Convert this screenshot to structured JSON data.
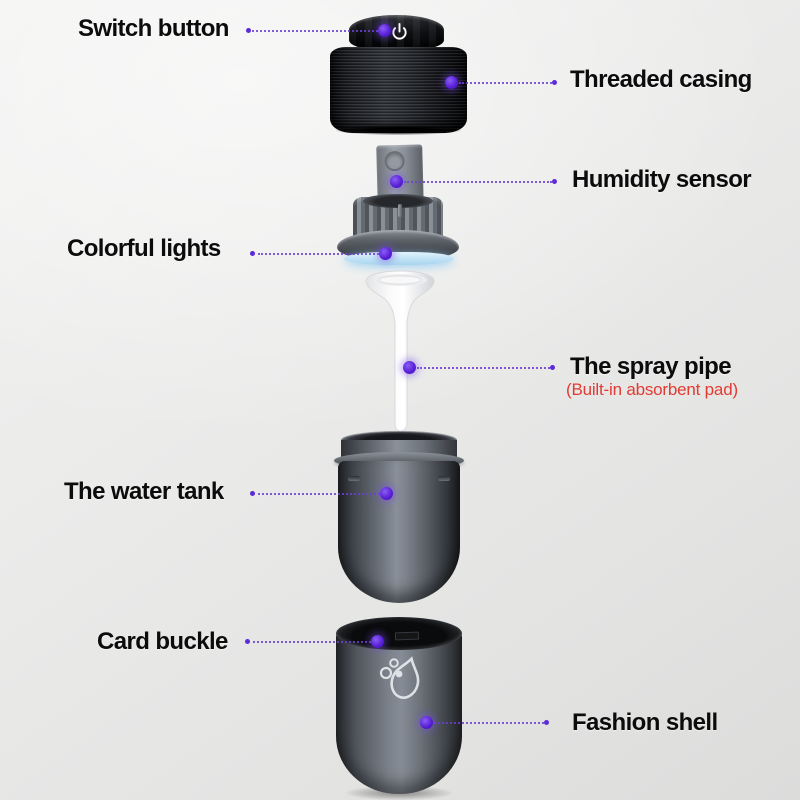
{
  "annotations": [
    {
      "id": "switch-button",
      "text": "Switch button",
      "side": "left"
    },
    {
      "id": "threaded-casing",
      "text": "Threaded casing",
      "side": "right"
    },
    {
      "id": "humidity-sensor",
      "text": "Humidity sensor",
      "side": "right"
    },
    {
      "id": "colorful-lights",
      "text": "Colorful lights",
      "side": "left"
    },
    {
      "id": "spray-pipe",
      "text": "The spray pipe",
      "subtext": "(Built-in absorbent pad)",
      "side": "right"
    },
    {
      "id": "water-tank",
      "text": "The water tank",
      "side": "left"
    },
    {
      "id": "card-buckle",
      "text": "Card buckle",
      "side": "left"
    },
    {
      "id": "fashion-shell",
      "text": "Fashion shell",
      "side": "right"
    }
  ],
  "icons": {
    "power": "power-icon",
    "droplet": "water-drop-icon"
  },
  "colors": {
    "label_text": "#0c0c0c",
    "note_red": "#e23b33",
    "callout_purple": "#5b2bd8",
    "leader_line": "#6b40d4",
    "light_ring_blue": "#bfe1f5",
    "product_black": "#101114",
    "product_gray": "#7c828b",
    "spray_pipe_white": "#f7f7f8"
  }
}
